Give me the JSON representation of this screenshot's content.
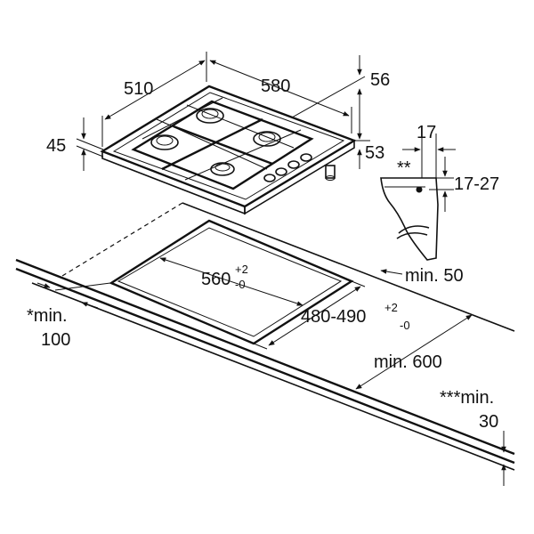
{
  "dimensions": {
    "width_510": "510",
    "depth_580": "580",
    "rear_56": "56",
    "height_45": "45",
    "height_53": "53",
    "bracket_17": "17",
    "star_marker": "**",
    "range_17_27": "17-27",
    "cutout_560": "560",
    "cutout_560_sup_plus": "+2",
    "cutout_560_sup_minus": "-0",
    "cutout_depth": "480-490",
    "cutout_depth_sup_plus": "+2",
    "cutout_depth_sup_minus": "-0",
    "min_50": "min. 50",
    "min_600": "min. 600",
    "front_min_line1": "*min.",
    "front_min_line2": "100",
    "side_min_line1": "***min.",
    "side_min_line2": "30"
  },
  "colors": {
    "line": "#111111",
    "background": "#ffffff"
  }
}
